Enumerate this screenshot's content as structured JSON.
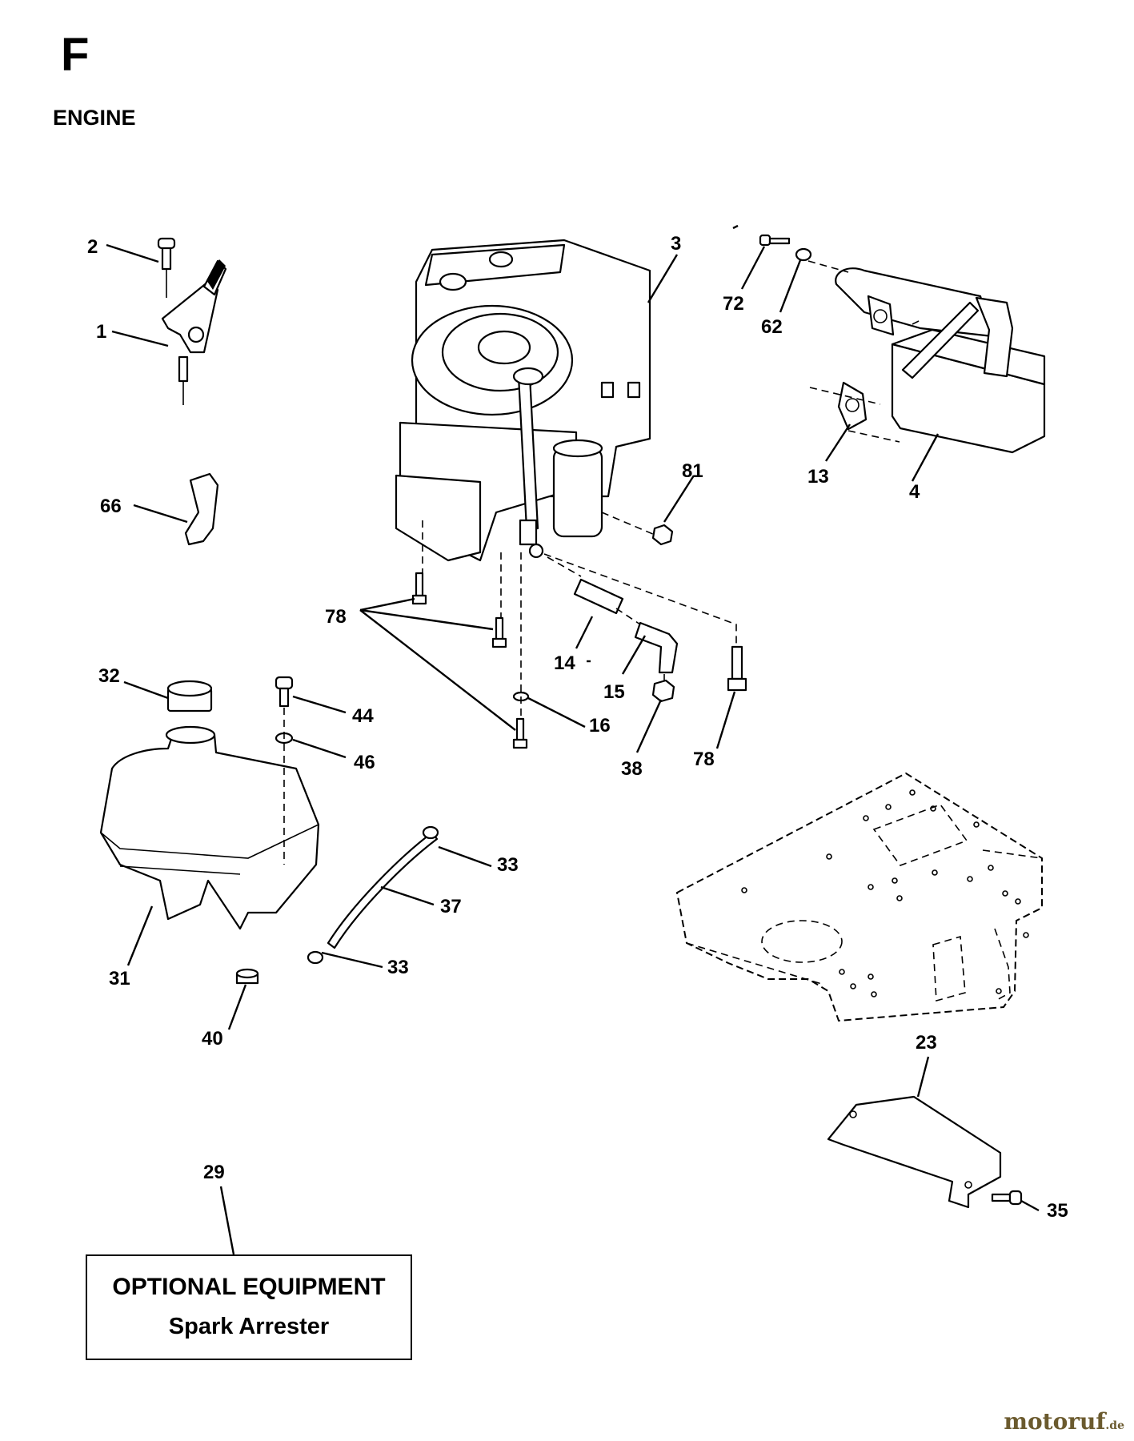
{
  "header": {
    "section_letter": "F",
    "section_title": "ENGINE"
  },
  "callouts": {
    "c1": "1",
    "c2": "2",
    "c3": "3",
    "c4": "4",
    "c13": "13",
    "c14": "14",
    "c15": "15",
    "c16": "16",
    "c23": "23",
    "c29": "29",
    "c31": "31",
    "c32": "32",
    "c33a": "33",
    "c33b": "33",
    "c35": "35",
    "c37": "37",
    "c38": "38",
    "c40": "40",
    "c44": "44",
    "c46": "46",
    "c62": "62",
    "c66": "66",
    "c72": "72",
    "c78a": "78",
    "c78b": "78",
    "c81": "81"
  },
  "optional_box": {
    "title": "OPTIONAL EQUIPMENT",
    "subtitle": "Spark Arrester"
  },
  "watermark": {
    "brand": "motoruf",
    "tld": ".de",
    "color": "#6b5a2e"
  }
}
